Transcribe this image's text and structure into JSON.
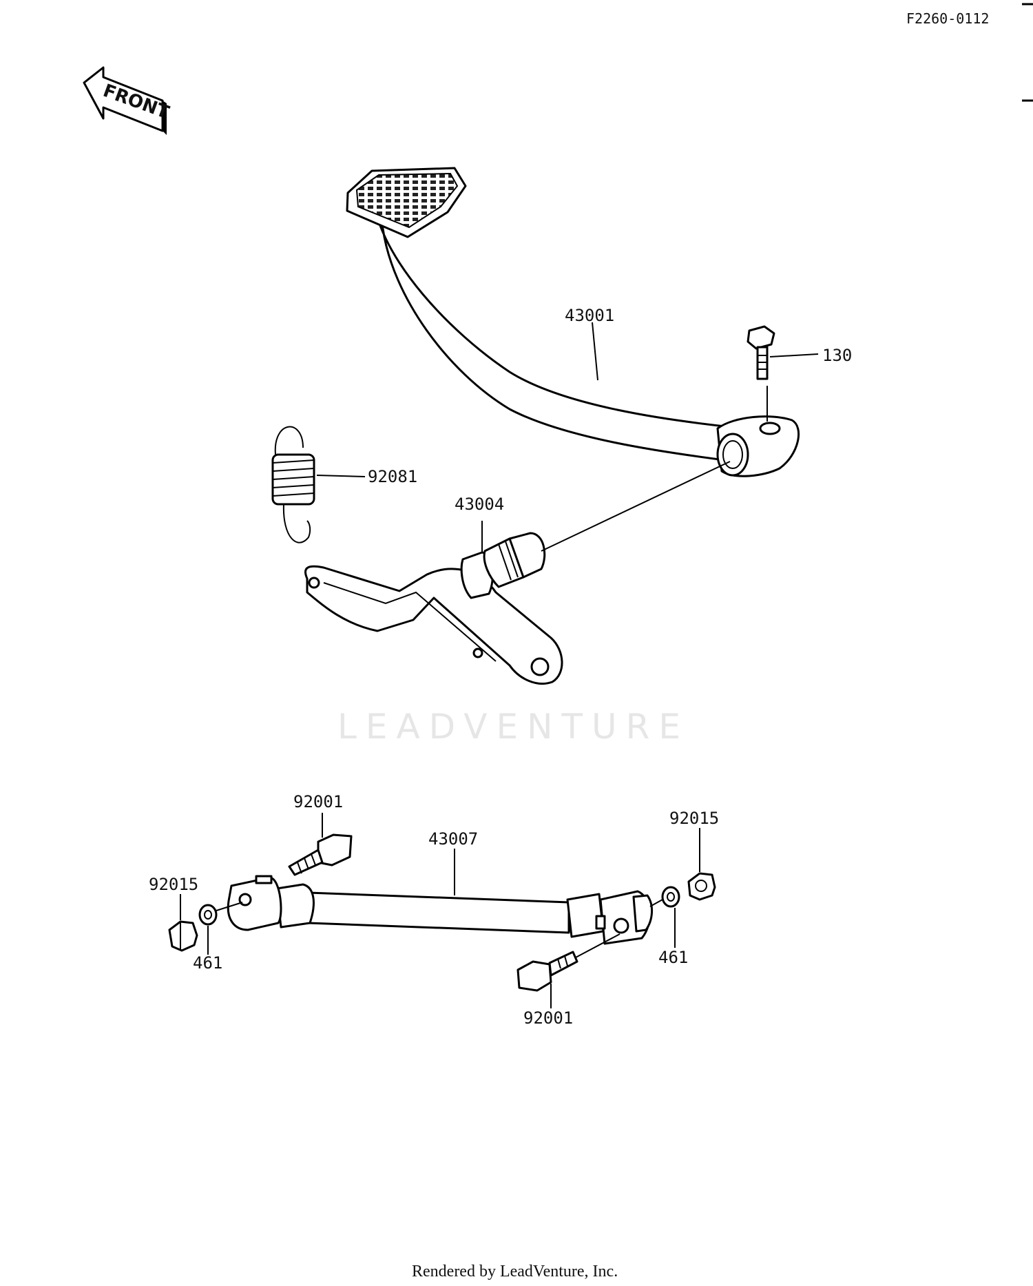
{
  "diagram_id": "F2260-0112",
  "front_label": "FRONT",
  "watermark": "LEADVENTURE",
  "footer": "Rendered by LeadVenture, Inc.",
  "callouts": {
    "brake_pedal": "43001",
    "pedal_bolt": "130",
    "return_spring": "92081",
    "pedal_shaft": "43004",
    "brake_rod": "43007",
    "pin_upper": "92001",
    "pin_lower": "92001",
    "nut_left": "92015",
    "nut_right": "92015",
    "washer_left": "461",
    "washer_right": "461"
  }
}
